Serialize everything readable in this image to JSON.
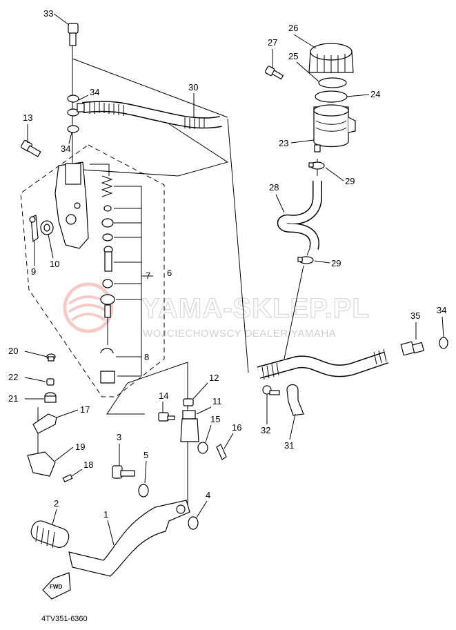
{
  "watermark": {
    "brand": "YAMA-SKLEP.PL",
    "tagline": "WOJCIECHOWSCY DEALER YAMAHA"
  },
  "diagram_code": "4TV351-6360",
  "direction_marker": "FWD",
  "callouts": {
    "n1": "1",
    "n2": "2",
    "n3": "3",
    "n4": "4",
    "n5": "5",
    "n6": "6",
    "n7": "7",
    "n8": "8",
    "n9": "9",
    "n10": "10",
    "n11": "11",
    "n12": "12",
    "n13": "13",
    "n14": "14",
    "n15": "15",
    "n16": "16",
    "n17": "17",
    "n18": "18",
    "n19": "19",
    "n20": "20",
    "n21": "21",
    "n22": "22",
    "n23": "23",
    "n24": "24",
    "n25": "25",
    "n26": "26",
    "n27": "27",
    "n28": "28",
    "n29a": "29",
    "n29b": "29",
    "n30": "30",
    "n31": "31",
    "n32": "32",
    "n33": "33",
    "n34a": "34",
    "n34b": "34",
    "n34c": "34",
    "n35": "35"
  }
}
